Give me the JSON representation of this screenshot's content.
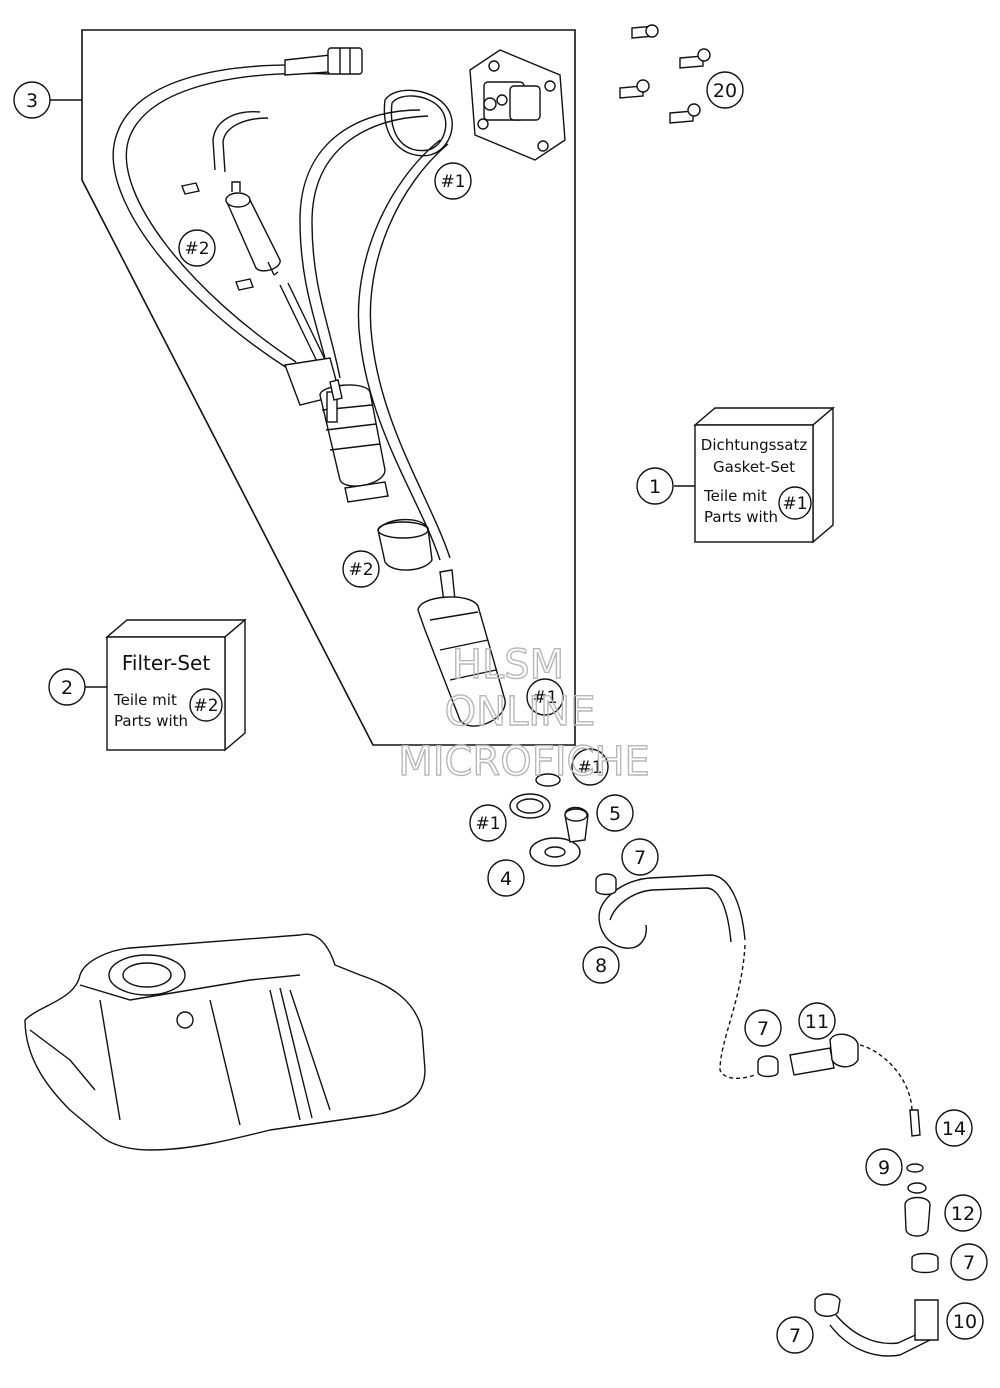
{
  "callouts": {
    "c3": "3",
    "c20": "20",
    "c1": "1",
    "c2": "2",
    "c5": "5",
    "c4": "4",
    "c7a": "7",
    "c8": "8",
    "c7b": "7",
    "c11": "11",
    "c14": "14",
    "c9": "9",
    "c12": "12",
    "c7c": "7",
    "c7d": "7",
    "c10": "10"
  },
  "refs": {
    "r1_seal": "#1",
    "r2_filter": "#2",
    "r2_sleeve": "#2",
    "r1_pump": "#1",
    "r1_oring": "#1",
    "r1_washer": "#1"
  },
  "gasket_box": {
    "line1": "Dichtungssatz",
    "line2": "Gasket-Set",
    "line3": "Teile mit",
    "line4": "Parts with",
    "ref": "#1"
  },
  "filter_box": {
    "title": "Filter-Set",
    "line1": "Teile mit",
    "line2": "Parts with",
    "ref": "#2"
  },
  "watermark": {
    "line1": "HLSM",
    "line2": "ONLINE",
    "line3": "MICROFICHE"
  },
  "colors": {
    "line": "#111111",
    "watermark": "#b8b8b8",
    "background": "#ffffff"
  }
}
